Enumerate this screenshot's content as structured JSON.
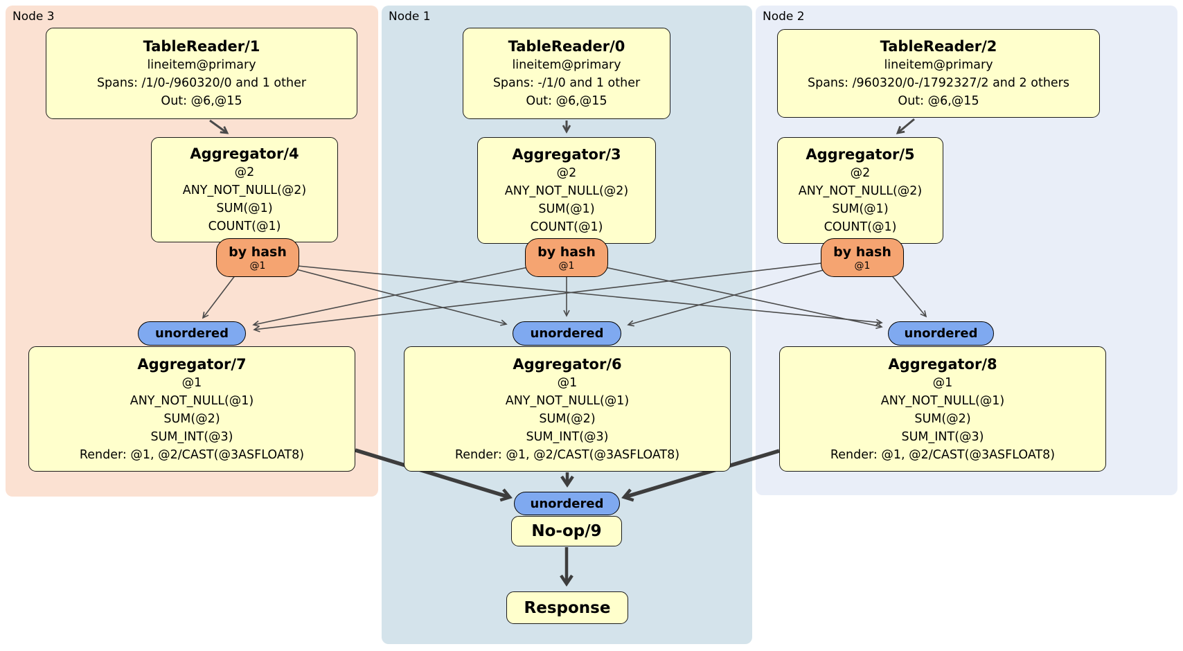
{
  "nodes": {
    "node3": {
      "label": "Node 3"
    },
    "node1": {
      "label": "Node 1"
    },
    "node2": {
      "label": "Node 2"
    }
  },
  "processors": {
    "tablereader1": {
      "title": "TableReader/1",
      "lines": [
        "lineitem@primary",
        "Spans: /1/0-/960320/0 and 1 other",
        "Out: @6,@15"
      ]
    },
    "tablereader0": {
      "title": "TableReader/0",
      "lines": [
        "lineitem@primary",
        "Spans: -/1/0 and 1 other",
        "Out: @6,@15"
      ]
    },
    "tablereader2": {
      "title": "TableReader/2",
      "lines": [
        "lineitem@primary",
        "Spans: /960320/0-/1792327/2 and 2 others",
        "Out: @6,@15"
      ]
    },
    "aggregator4": {
      "title": "Aggregator/4",
      "lines": [
        "@2",
        "ANY_NOT_NULL(@2)",
        "SUM(@1)",
        "COUNT(@1)"
      ]
    },
    "aggregator3": {
      "title": "Aggregator/3",
      "lines": [
        "@2",
        "ANY_NOT_NULL(@2)",
        "SUM(@1)",
        "COUNT(@1)"
      ]
    },
    "aggregator5": {
      "title": "Aggregator/5",
      "lines": [
        "@2",
        "ANY_NOT_NULL(@2)",
        "SUM(@1)",
        "COUNT(@1)"
      ]
    },
    "aggregator7": {
      "title": "Aggregator/7",
      "lines": [
        "@1",
        "ANY_NOT_NULL(@1)",
        "SUM(@2)",
        "SUM_INT(@3)",
        "Render: @1, @2/CAST(@3ASFLOAT8)"
      ]
    },
    "aggregator6": {
      "title": "Aggregator/6",
      "lines": [
        "@1",
        "ANY_NOT_NULL(@1)",
        "SUM(@2)",
        "SUM_INT(@3)",
        "Render: @1, @2/CAST(@3ASFLOAT8)"
      ]
    },
    "aggregator8": {
      "title": "Aggregator/8",
      "lines": [
        "@1",
        "ANY_NOT_NULL(@1)",
        "SUM(@2)",
        "SUM_INT(@3)",
        "Render: @1, @2/CAST(@3ASFLOAT8)"
      ]
    },
    "noop9": {
      "title": "No-op/9"
    },
    "response": {
      "title": "Response"
    }
  },
  "routers": {
    "byhash_node3": {
      "label": "by hash",
      "key": "@1"
    },
    "byhash_node1": {
      "label": "by hash",
      "key": "@1"
    },
    "byhash_node2": {
      "label": "by hash",
      "key": "@1"
    }
  },
  "syncs": {
    "unordered_node3": {
      "label": "unordered"
    },
    "unordered_node1": {
      "label": "unordered"
    },
    "unordered_node2": {
      "label": "unordered"
    },
    "unordered_final": {
      "label": "unordered"
    }
  },
  "edges": [
    {
      "from": "tablereader1",
      "to": "aggregator4"
    },
    {
      "from": "tablereader0",
      "to": "aggregator3"
    },
    {
      "from": "tablereader2",
      "to": "aggregator5"
    },
    {
      "from": "byhash_node3",
      "to": "unordered_node3"
    },
    {
      "from": "byhash_node3",
      "to": "unordered_node1"
    },
    {
      "from": "byhash_node3",
      "to": "unordered_node2"
    },
    {
      "from": "byhash_node1",
      "to": "unordered_node3"
    },
    {
      "from": "byhash_node1",
      "to": "unordered_node1"
    },
    {
      "from": "byhash_node1",
      "to": "unordered_node2"
    },
    {
      "from": "byhash_node2",
      "to": "unordered_node3"
    },
    {
      "from": "byhash_node2",
      "to": "unordered_node1"
    },
    {
      "from": "byhash_node2",
      "to": "unordered_node2"
    },
    {
      "from": "aggregator7",
      "to": "unordered_final"
    },
    {
      "from": "aggregator6",
      "to": "unordered_final"
    },
    {
      "from": "aggregator8",
      "to": "unordered_final"
    },
    {
      "from": "noop9",
      "to": "response"
    }
  ],
  "colors": {
    "node3_bg": "#fbe1d2",
    "node1_bg": "#d4e3eb",
    "node2_bg": "#e9eef8",
    "processor_bg": "#ffffcc",
    "router_bg": "#f5a471",
    "sync_bg": "#7fa9f0",
    "border": "#1a1a1a",
    "edge": "#4a4a4a",
    "edge_thick": "#3d3d3d"
  }
}
